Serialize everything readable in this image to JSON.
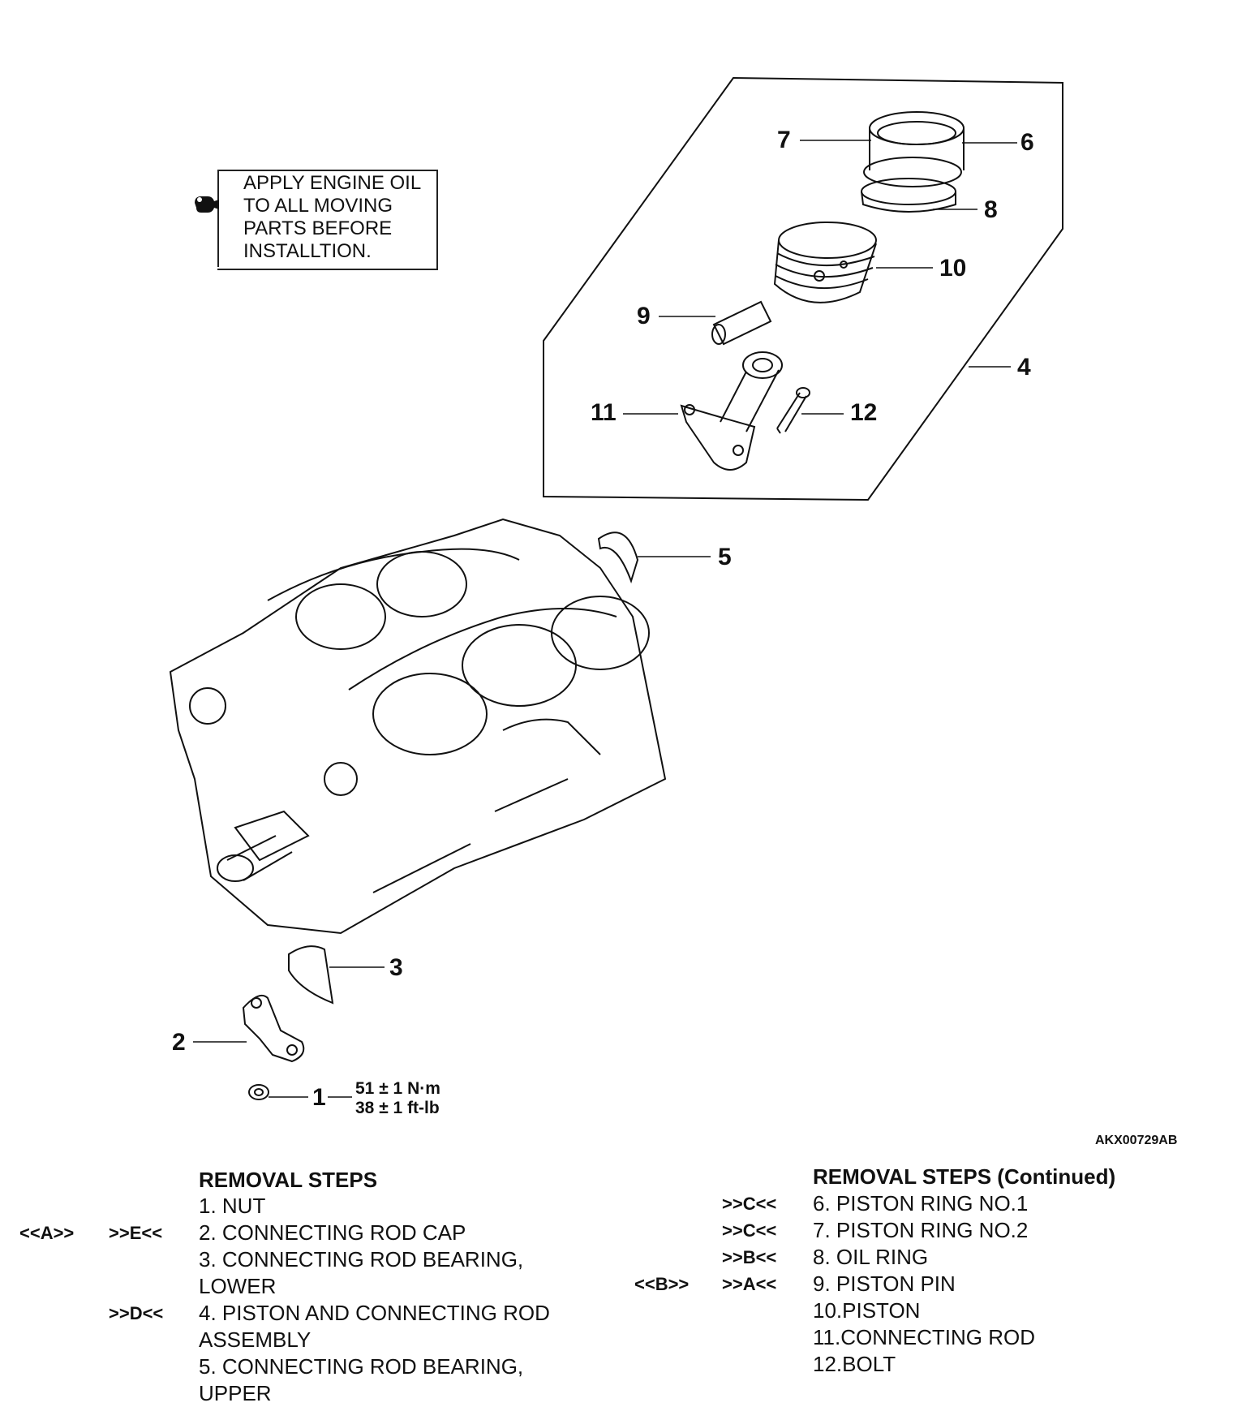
{
  "note": {
    "lines": [
      "APPLY ENGINE OIL",
      "TO ALL MOVING",
      "PARTS BEFORE",
      "INSTALLTION."
    ],
    "icon": "oil-can-icon"
  },
  "callouts": {
    "c1": "1",
    "c2": "2",
    "c3": "3",
    "c4": "4",
    "c5": "5",
    "c6": "6",
    "c7": "7",
    "c8": "8",
    "c9": "9",
    "c10": "10",
    "c11": "11",
    "c12": "12"
  },
  "torque": {
    "metric": "51 ± 1 N·m",
    "imperial": "38 ± 1 ft-lb"
  },
  "reference": "AKX00729AB",
  "left_steps": {
    "header": "REMOVAL STEPS",
    "rows": [
      {
        "codes": [
          "",
          ""
        ],
        "text": "1.  NUT"
      },
      {
        "codes": [
          "<<A>>",
          ">>E<<"
        ],
        "text": "2.  CONNECTING ROD CAP"
      },
      {
        "codes": [
          "",
          ""
        ],
        "text": "3.  CONNECTING ROD BEARING,"
      },
      {
        "codes": [
          "",
          ""
        ],
        "text": "     LOWER"
      },
      {
        "codes": [
          "",
          ">>D<<"
        ],
        "text": "4.  PISTON AND CONNECTING ROD"
      },
      {
        "codes": [
          "",
          ""
        ],
        "text": "     ASSEMBLY"
      },
      {
        "codes": [
          "",
          ""
        ],
        "text": "5.  CONNECTING ROD BEARING,"
      },
      {
        "codes": [
          "",
          ""
        ],
        "text": "     UPPER"
      }
    ]
  },
  "right_steps": {
    "header": "REMOVAL STEPS (Continued)",
    "rows": [
      {
        "codes": [
          "",
          ">>C<<"
        ],
        "text": "6.  PISTON RING NO.1"
      },
      {
        "codes": [
          "",
          ">>C<<"
        ],
        "text": "7.  PISTON RING NO.2"
      },
      {
        "codes": [
          "",
          ">>B<<"
        ],
        "text": "8.  OIL RING"
      },
      {
        "codes": [
          "<<B>>",
          ">>A<<"
        ],
        "text": "9.  PISTON PIN"
      },
      {
        "codes": [
          "",
          ""
        ],
        "text": "10.PISTON"
      },
      {
        "codes": [
          "",
          ""
        ],
        "text": "11.CONNECTING ROD"
      },
      {
        "codes": [
          "",
          ""
        ],
        "text": "12.BOLT"
      }
    ]
  }
}
